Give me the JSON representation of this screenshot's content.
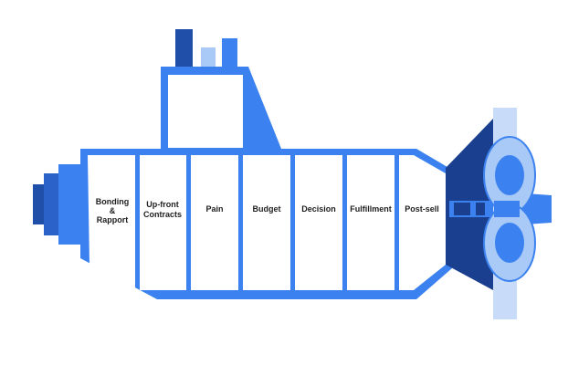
{
  "stages": [
    {
      "lines": [
        "Bonding",
        "&",
        "Rapport"
      ]
    },
    {
      "lines": [
        "Up-front",
        "Contracts"
      ]
    },
    {
      "lines": [
        "Pain"
      ]
    },
    {
      "lines": [
        "Budget"
      ]
    },
    {
      "lines": [
        "Decision"
      ]
    },
    {
      "lines": [
        "Fulfillment"
      ]
    },
    {
      "lines": [
        "Post-sell"
      ]
    }
  ],
  "colors": {
    "main_blue": "#3b82f0",
    "dark_blue": "#1f4fa8",
    "navy": "#1a3f8f",
    "light_blue": "#a9c9f7",
    "pale_blue": "#c8dcfa",
    "compartment_fill": "#ffffff",
    "text": "#1e1e1e"
  }
}
